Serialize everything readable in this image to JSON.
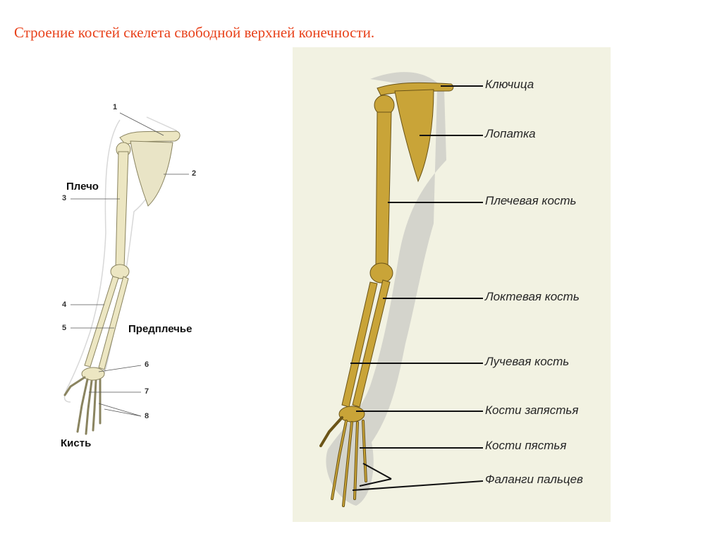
{
  "title": "Строение костей скелета свободной верхней конечности.",
  "left": {
    "numbers": [
      "1",
      "2",
      "3",
      "4",
      "5",
      "6",
      "7",
      "8"
    ],
    "regions": {
      "shoulder": "Плечо",
      "forearm": "Предплечье",
      "hand": "Кисть"
    }
  },
  "right": {
    "labels": [
      "Ключица",
      "Лопатка",
      "Плечевая кость",
      "Локтевая кость",
      "Лучевая кость",
      "Кости запястья",
      "Кости пястья",
      "Фаланги пальцев"
    ]
  },
  "colors": {
    "title": "#e8411a",
    "bone_right": "#c9a438",
    "bone_left": "#e8e2b8",
    "panel": "#f2f2e2"
  }
}
